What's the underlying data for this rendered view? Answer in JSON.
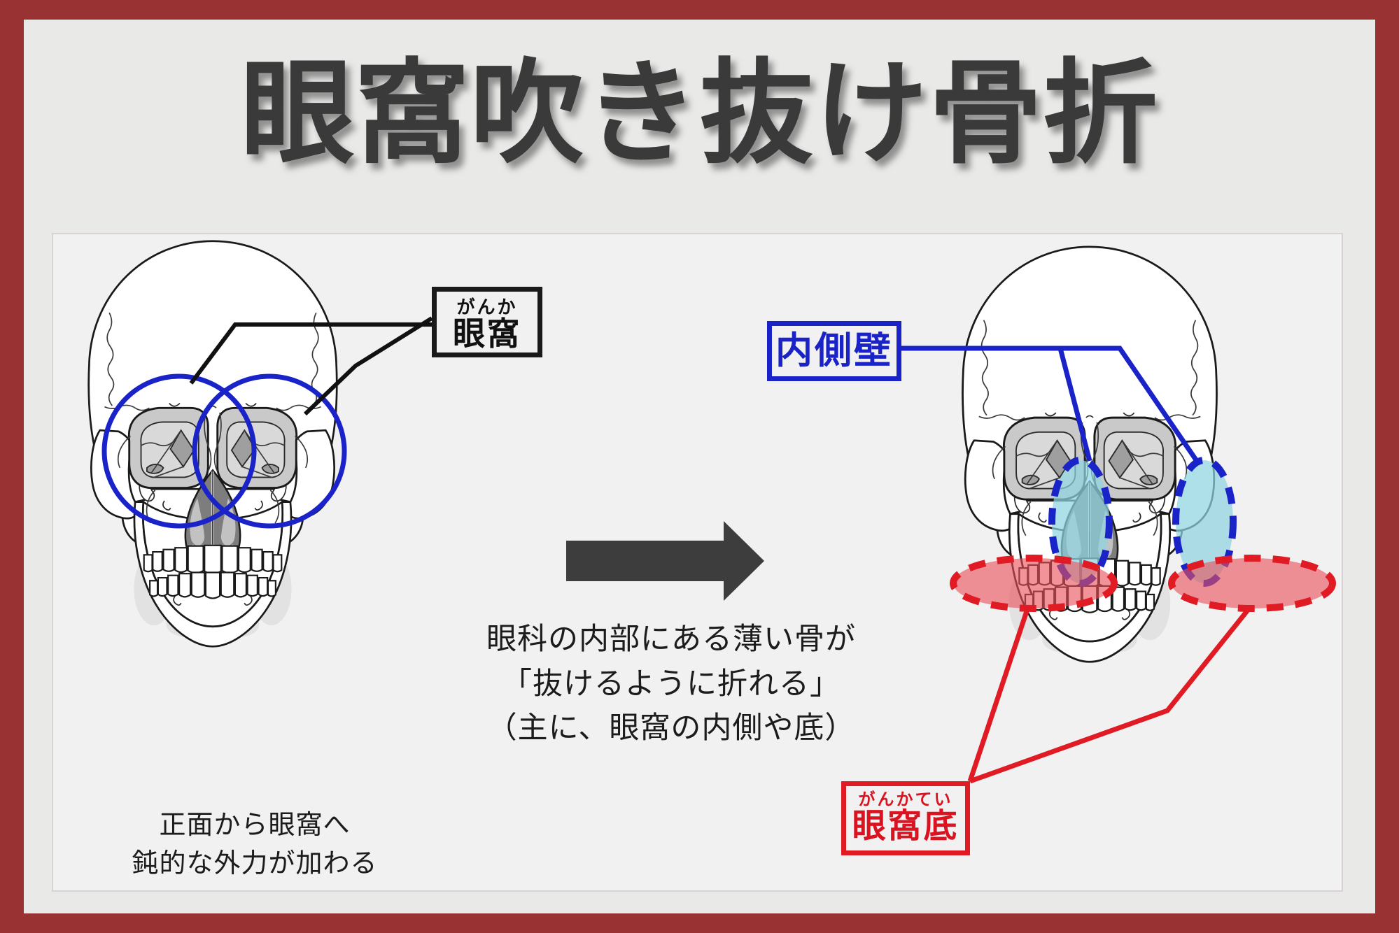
{
  "theme": {
    "border_color": "#993333",
    "slide_bg": "#e9e9e7",
    "panel_bg": "#f2f1f1",
    "title_color": "#3a3a3a",
    "blue": "#1a23c8",
    "red": "#e01b24",
    "arrow_color": "#3d3d3d",
    "medial_wall_fill": "#8fd4e0",
    "orbital_floor_fill": "#e8505a"
  },
  "title": "眼窩吹き抜け骨折",
  "labels": {
    "orbit": {
      "ruby": "がんか",
      "main": "眼窩"
    },
    "medial_wall": {
      "main": "内側壁"
    },
    "orbital_floor": {
      "ruby": "がんかてい",
      "main": "眼窩底"
    }
  },
  "center_text": {
    "line1": "眼科の内部にある薄い骨が",
    "line2": "「抜けるように折れる」",
    "line3": "（主に、眼窩の内側や底）"
  },
  "caption_left": {
    "line1": "正面から眼窩へ",
    "line2": "鈍的な外力が加わる"
  },
  "icons": {
    "arrow": "right-arrow-icon",
    "left_skull": "skull-front-view-normal",
    "right_skull": "skull-front-view-fracture"
  }
}
